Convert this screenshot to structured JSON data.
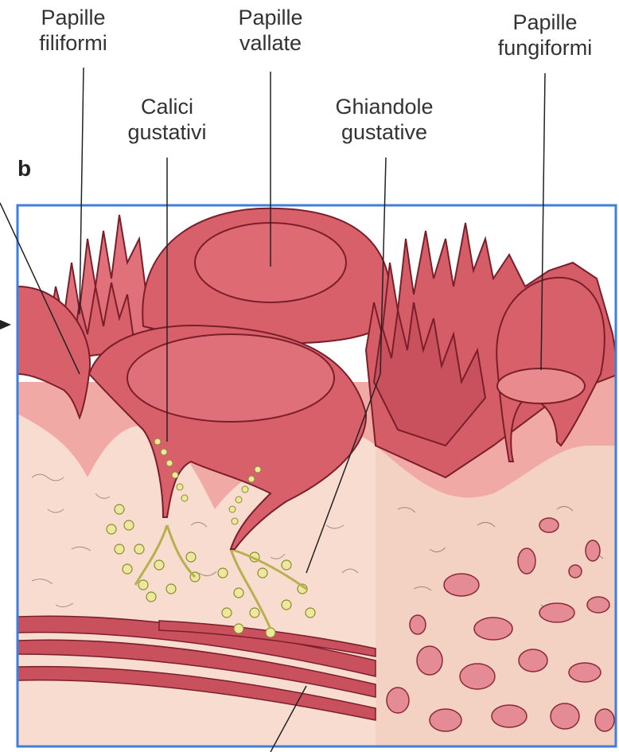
{
  "panel_letter": "b",
  "labels": {
    "filiformi": {
      "line1": "Papille",
      "line2": "filiformi"
    },
    "vallate": {
      "line1": "Papille",
      "line2": "vallate"
    },
    "fungiformi": {
      "line1": "Papille",
      "line2": "fungiformi"
    },
    "calici": {
      "line1": "Calici",
      "line2": "gustativi"
    },
    "ghiandole": {
      "line1": "Ghiandole",
      "line2": "gustative"
    }
  },
  "colors": {
    "frame": "#3f7fd6",
    "papilla_fill": "#d8606b",
    "papilla_light": "#e98a8f",
    "papilla_dark": "#8a2a35",
    "tissue": "#f6d6c8",
    "tissue_pink": "#efa4a1",
    "gland": "#e9e59a",
    "muscle": "#c9505d"
  }
}
